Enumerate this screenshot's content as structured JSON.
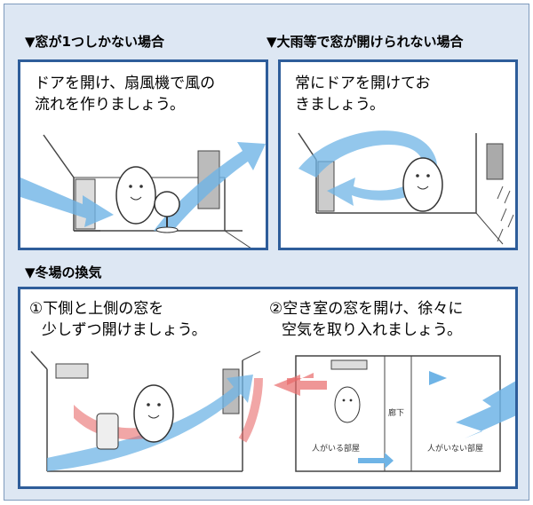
{
  "sections": [
    {
      "heading": "▼窓が1つしかない場合",
      "text_lines": [
        "ドアを開け、扇風機で風の",
        "流れを作りましょう。"
      ]
    },
    {
      "heading": "▼大雨等で窓が開けられない場合",
      "text_lines": [
        "常にドアを開けてお",
        "きましょう。"
      ]
    },
    {
      "heading": "▼冬場の換気"
    }
  ],
  "winter": {
    "step1_lines": [
      "①下側と上側の窓を",
      "少しずつ開けましょう。"
    ],
    "step2_lines": [
      "②空き室の窓を開け、徐々に",
      "空気を取り入れましょう。"
    ],
    "floorplan": {
      "room_left": "人がいる部屋",
      "hallway": "廊下",
      "room_right": "人がいない部屋"
    }
  },
  "colors": {
    "frame_bg": "#dde7f3",
    "panel_border": "#2e5d9a",
    "arrow_blue": "#6fb4e6",
    "arrow_red": "#e86a6a"
  }
}
